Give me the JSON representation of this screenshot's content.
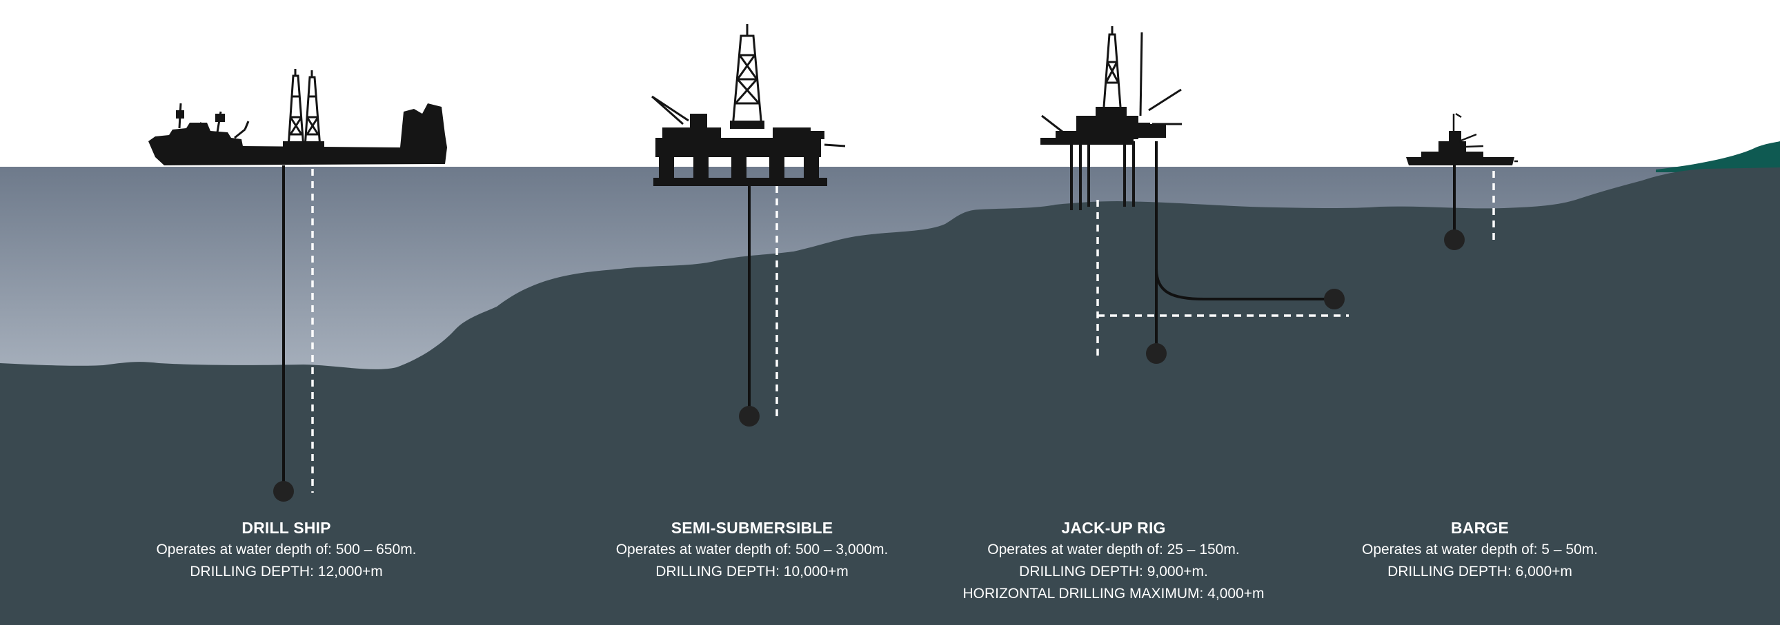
{
  "rigs": [
    {
      "name": "DRILL SHIP",
      "lines": [
        "Operates at water depth of: 500 – 650m.",
        "DRILLING DEPTH: 12,000+m"
      ]
    },
    {
      "name": "SEMI-SUBMERSIBLE",
      "lines": [
        "Operates at water depth of: 500 – 3,000m.",
        "DRILLING DEPTH: 10,000+m"
      ]
    },
    {
      "name": "JACK-UP RIG",
      "lines": [
        "Operates at water depth of: 25 – 150m.",
        "DRILLING DEPTH: 9,000+m.",
        "HORIZONTAL DRILLING MAXIMUM: 4,000+m"
      ]
    },
    {
      "name": "BARGE",
      "lines": [
        "Operates at water depth of: 5 – 50m.",
        "DRILLING DEPTH: 6,000+m"
      ]
    }
  ],
  "colors": {
    "sky": "#ffffff",
    "water_top": "#6e7a8b",
    "water_bottom": "#aab3bf",
    "seabed": "#3a4950",
    "land": "#0f5a52",
    "silhouette": "#151515",
    "well_line": "#111111",
    "guide_line": "#ffffff"
  }
}
